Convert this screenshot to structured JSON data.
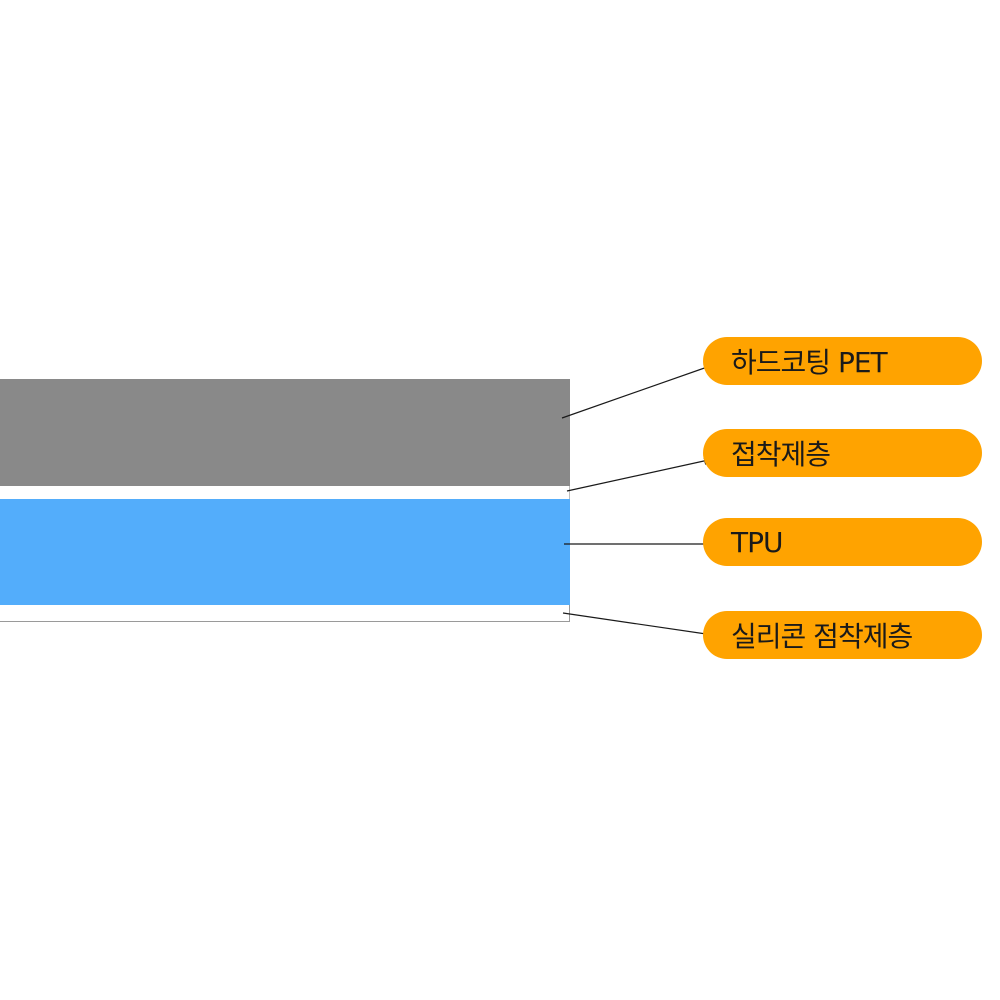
{
  "colors": {
    "pet": "#898989",
    "adhesive": "#ffffff",
    "tpu": "#53adfb",
    "silicone": "#ffffff",
    "label_bg": "#ffa300",
    "arrow": "#1a1a1a"
  },
  "labels": [
    {
      "text": "하드코팅 PET"
    },
    {
      "text": "접착제층"
    },
    {
      "text": "TPU"
    },
    {
      "text": "실리콘 점착제층"
    }
  ]
}
